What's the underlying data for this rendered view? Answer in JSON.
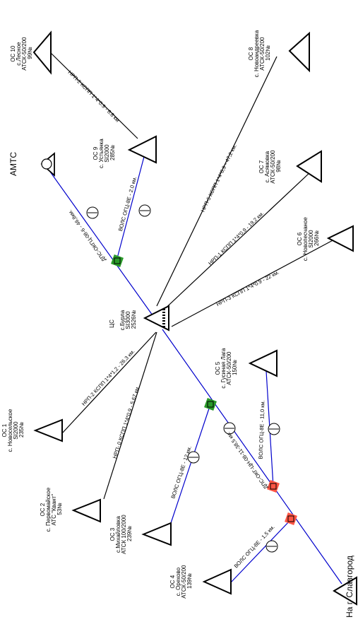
{
  "colors": {
    "optical": "#0000cc",
    "copper": "#000000",
    "green_node": "#2a9a2a",
    "red_node": "#ff5544"
  },
  "hub": {
    "label": "ЦС",
    "lines": [
      "с.Бурла",
      "SI3000",
      "2526№"
    ]
  },
  "amts": {
    "label": "АМТС"
  },
  "city": {
    "label": "На г. Славгород"
  },
  "stations": [
    {
      "id": "os10",
      "lines": [
        "ОС 10",
        "с.Лесное",
        "АТСК-50/200",
        "99№"
      ]
    },
    {
      "id": "os9",
      "lines": [
        "ОС 9",
        "с. Устьянка",
        "SI2000",
        "285№"
      ]
    },
    {
      "id": "os8",
      "lines": [
        "ОС 8",
        "с. Новоандреевка",
        "АТСК-50/200",
        "102№"
      ]
    },
    {
      "id": "os7",
      "lines": [
        "ОС 7",
        "с. Асямовка",
        "АТСК-50/200",
        "98№"
      ]
    },
    {
      "id": "os6",
      "lines": [
        "ОС 6",
        "с. Новопесчаное",
        "SI2000",
        "266№"
      ]
    },
    {
      "id": "os5",
      "lines": [
        "ОС 5",
        "с. Гусиная Лага",
        "АТСК-50/200",
        "150№"
      ]
    },
    {
      "id": "os1",
      "lines": [
        "ОС 1",
        "с. Новосельское",
        "SI2000",
        "235№"
      ]
    },
    {
      "id": "os2",
      "lines": [
        "ОС 2",
        "с. Первомайское",
        "АТС \"Квант\"",
        "53№"
      ]
    },
    {
      "id": "os3",
      "lines": [
        "ОС 3",
        "с.Михайловка",
        "АТСК 100/2000",
        "239№"
      ]
    },
    {
      "id": "os4",
      "lines": [
        "ОС 4",
        "с. Орехово",
        "АТСК-50/200",
        "139№"
      ]
    }
  ],
  "links": {
    "os10_os9": "НРП-2 КСПП 1*4*0.9 - 6.8 км",
    "os9_bus": "ВОЛС ОГЦ-8Е - 2.0 км.",
    "amts_hub": "ДПС-ОКГЦ-08-6 - 46,8км.",
    "os8_hub": "НРП-5 КСПП 1*4*0,9 - 47,2 км.",
    "os7_hub": "НРП-1 КСПП 1*4*0,9 - 19,2 км.",
    "os6_hub": "НРП-3 КСПП 1*4*0.9 - 22 км.",
    "os1_hub": "НРП-2 КСПП 1*4*1,2 - 26,3 км.",
    "os3_hub": "НРП- 0 КСПП 1*4*0,9 - 5,67 км.",
    "os3_bus": "ВОЛС ОГЦ-8Е - 12 км.",
    "hub_city": "ДПС-ОКГ-ЦН-08-11-38,5 км.",
    "os5_bus": "ВОЛС ОГЦ-8Е - 11,0 км.",
    "os4_bus": "ВОЛС ОГЦ-8Е - 1,5 км."
  }
}
